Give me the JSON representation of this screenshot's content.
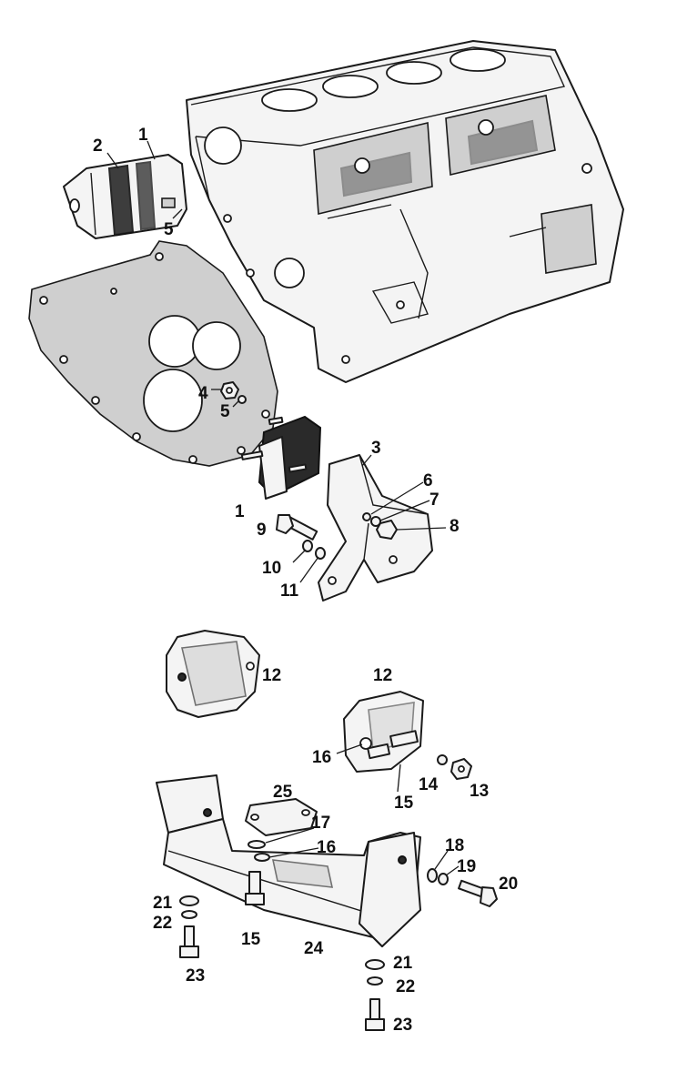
{
  "diagram": {
    "callouts": [
      {
        "id": "c-1a",
        "text": "1"
      },
      {
        "id": "c-2",
        "text": "2"
      },
      {
        "id": "c-5a",
        "text": "5"
      },
      {
        "id": "c-4",
        "text": "4"
      },
      {
        "id": "c-5b",
        "text": "5"
      },
      {
        "id": "c-3",
        "text": "3"
      },
      {
        "id": "c-6",
        "text": "6"
      },
      {
        "id": "c-7",
        "text": "7"
      },
      {
        "id": "c-8",
        "text": "8"
      },
      {
        "id": "c-1b",
        "text": "1"
      },
      {
        "id": "c-9",
        "text": "9"
      },
      {
        "id": "c-10",
        "text": "10"
      },
      {
        "id": "c-11",
        "text": "11"
      },
      {
        "id": "c-12a",
        "text": "12"
      },
      {
        "id": "c-12b",
        "text": "12"
      },
      {
        "id": "c-16a",
        "text": "16"
      },
      {
        "id": "c-14",
        "text": "14"
      },
      {
        "id": "c-13",
        "text": "13"
      },
      {
        "id": "c-15a",
        "text": "15"
      },
      {
        "id": "c-25",
        "text": "25"
      },
      {
        "id": "c-17",
        "text": "17"
      },
      {
        "id": "c-16b",
        "text": "16"
      },
      {
        "id": "c-18",
        "text": "18"
      },
      {
        "id": "c-19",
        "text": "19"
      },
      {
        "id": "c-20",
        "text": "20"
      },
      {
        "id": "c-21a",
        "text": "21"
      },
      {
        "id": "c-22a",
        "text": "22"
      },
      {
        "id": "c-23a",
        "text": "23"
      },
      {
        "id": "c-15b",
        "text": "15"
      },
      {
        "id": "c-24",
        "text": "24"
      },
      {
        "id": "c-21b",
        "text": "21"
      },
      {
        "id": "c-22b",
        "text": "22"
      },
      {
        "id": "c-23b",
        "text": "23"
      }
    ]
  }
}
